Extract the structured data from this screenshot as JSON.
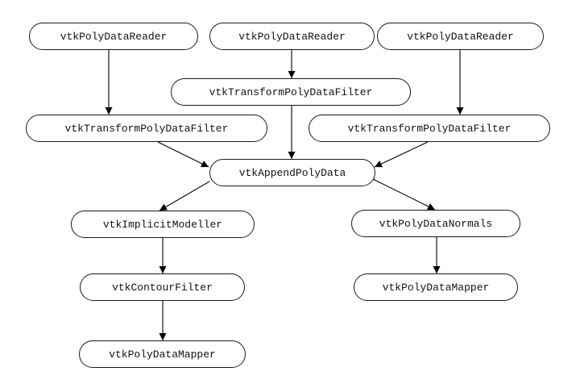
{
  "diagram": {
    "nodes": {
      "reader_1": "vtkPolyDataReader",
      "reader_2": "vtkPolyDataReader",
      "reader_3": "vtkPolyDataReader",
      "transform_1": "vtkTransformPolyDataFilter",
      "transform_2": "vtkTransformPolyDataFilter",
      "transform_3": "vtkTransformPolyDataFilter",
      "append": "vtkAppendPolyData",
      "implicit_modeller": "vtkImplicitModeller",
      "normals": "vtkPolyDataNormals",
      "contour": "vtkContourFilter",
      "mapper_1": "vtkPolyDataMapper",
      "mapper_2": "vtkPolyDataMapper"
    },
    "edges": [
      {
        "from": "reader_1",
        "to": "transform_1"
      },
      {
        "from": "reader_2",
        "to": "transform_2"
      },
      {
        "from": "reader_3",
        "to": "transform_3"
      },
      {
        "from": "transform_1",
        "to": "append"
      },
      {
        "from": "transform_2",
        "to": "append"
      },
      {
        "from": "transform_3",
        "to": "append"
      },
      {
        "from": "append",
        "to": "implicit_modeller"
      },
      {
        "from": "append",
        "to": "normals"
      },
      {
        "from": "implicit_modeller",
        "to": "contour"
      },
      {
        "from": "contour",
        "to": "mapper_1"
      },
      {
        "from": "normals",
        "to": "mapper_2"
      }
    ],
    "colors": {
      "line": "#000000",
      "node_border": "#1a1a1a",
      "node_fill": "#ffffff"
    }
  }
}
